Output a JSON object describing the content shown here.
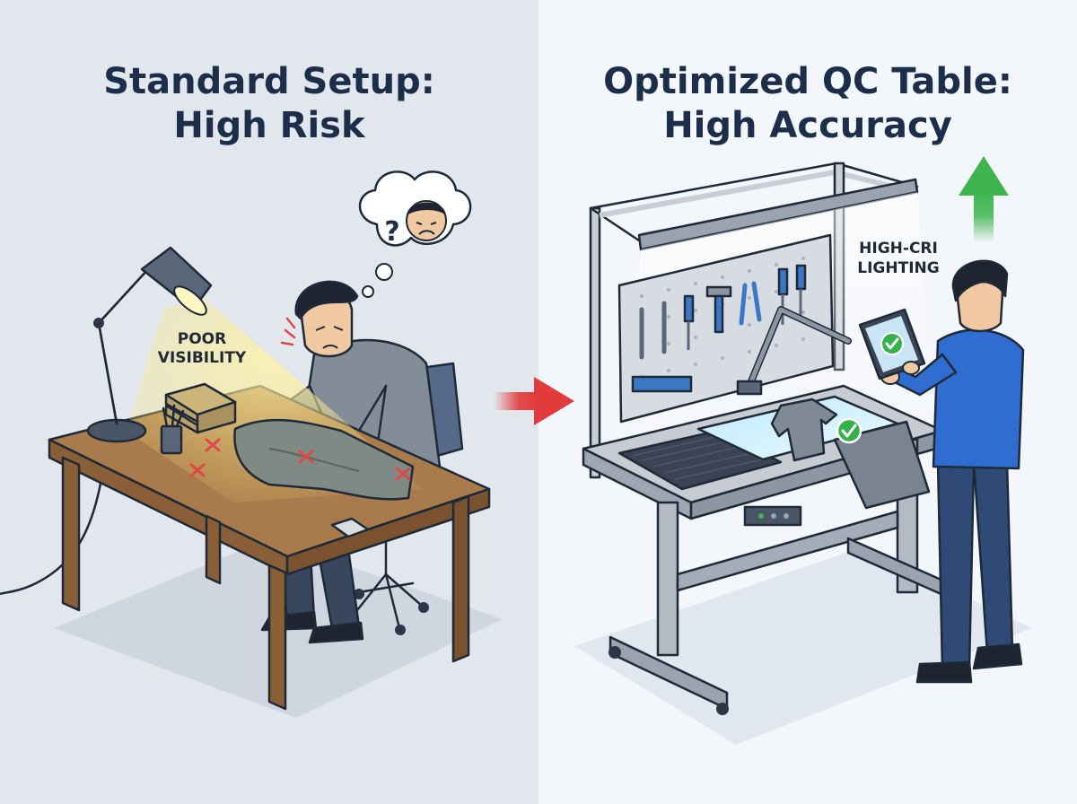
{
  "left_panel": {
    "title_line1": "Standard Setup:",
    "title_line2": "High Risk",
    "lamp_label_line1": "POOR",
    "lamp_label_line2": "VISIBILITY",
    "thought_symbol": "?"
  },
  "right_panel": {
    "title_line1": "Optimized QC Table:",
    "title_line2": "High Accuracy",
    "light_label_line1": "HIGH-CRI",
    "light_label_line2": "LIGHTING"
  },
  "colors": {
    "left_background": "#e2e7ee",
    "right_background": "#f3f6fa",
    "title": "#1c2e4a",
    "arrow_red": "#e23b3b",
    "arrow_green": "#3fb54f",
    "check_green": "#35b04a",
    "error_mark": "#e04848"
  },
  "icons": {
    "error_marks": "x-mark-icon",
    "approval_marks": "check-circle-icon",
    "transition": "right-arrow-icon",
    "improvement": "up-arrow-icon"
  }
}
